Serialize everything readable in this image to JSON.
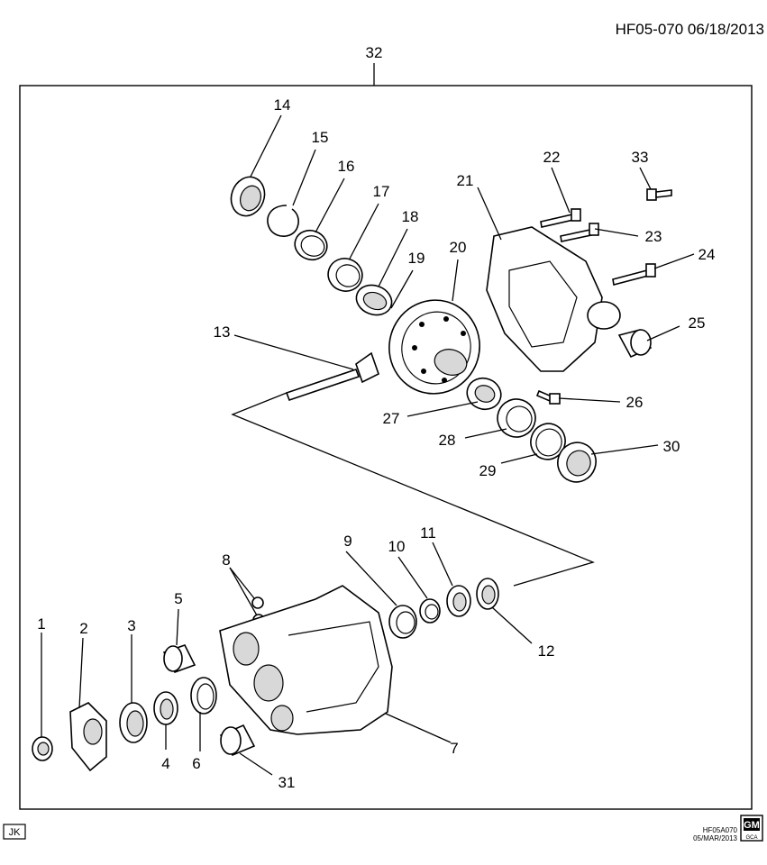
{
  "header": {
    "code": "HF05-070  06/18/2013"
  },
  "footer": {
    "left_badge": "JK",
    "file_code": "HF05A070",
    "file_date": "05/MAR/2013",
    "logo_text": "GM",
    "logo_sub": "GCA"
  },
  "assembly_number": "32",
  "callouts": {
    "n1": "1",
    "n2": "2",
    "n3": "3",
    "n4": "4",
    "n5": "5",
    "n6": "6",
    "n7": "7",
    "n8": "8",
    "n9": "9",
    "n10": "10",
    "n11": "11",
    "n12": "12",
    "n13": "13",
    "n14": "14",
    "n15": "15",
    "n16": "16",
    "n17": "17",
    "n18": "18",
    "n19": "19",
    "n20": "20",
    "n21": "21",
    "n22": "22",
    "n23": "23",
    "n24": "24",
    "n25": "25",
    "n26": "26",
    "n27": "27",
    "n28": "28",
    "n29": "29",
    "n30": "30",
    "n31": "31",
    "n33": "33"
  }
}
